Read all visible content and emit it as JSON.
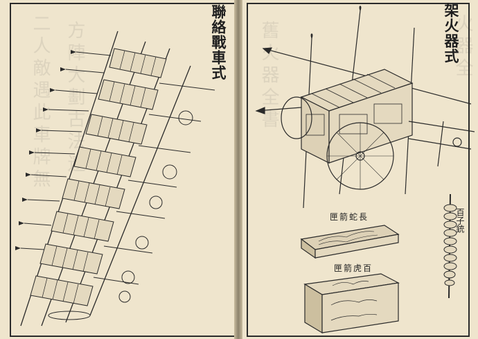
{
  "left_page": {
    "title": "聯絡戰車式"
  },
  "right_page": {
    "title": "架火器式",
    "labels": {
      "long_snake_box": "長蛇箭匣",
      "hundred_tiger_box": "百虎箭匣",
      "hundred_son_gun": "百子銃"
    }
  }
}
